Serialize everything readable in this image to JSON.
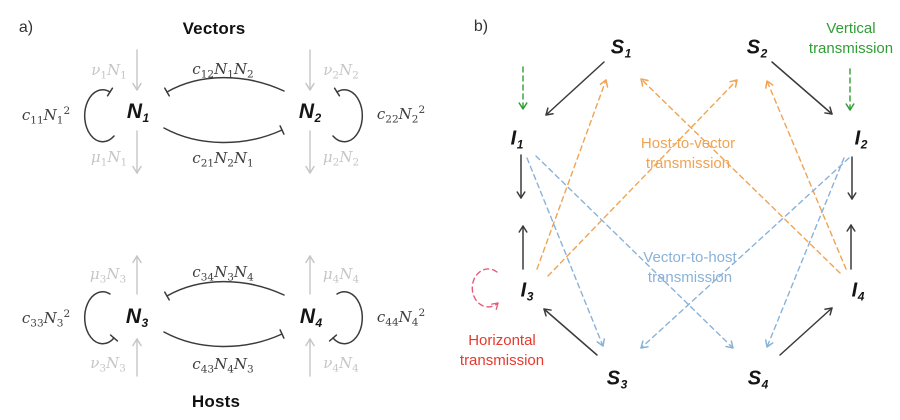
{
  "colors": {
    "green": "#2f9e34",
    "orange": "#f0a353",
    "blue": "#8ab2d8",
    "red": "#e6392e",
    "pink": "#e7587a",
    "gray": "#c6c6c6",
    "ink": "#3b3b3b"
  },
  "panelA": {
    "label": "a)",
    "vectorsTitle": "Vectors",
    "hostsTitle": "Hosts",
    "nodes": {
      "n1": {
        "base": "N",
        "sub": "1"
      },
      "n2": {
        "base": "N",
        "sub": "2"
      },
      "n3": {
        "base": "N",
        "sub": "3"
      },
      "n4": {
        "base": "N",
        "sub": "4"
      }
    },
    "math": {
      "c11": [
        [
          "c",
          ""
        ],
        [
          "11",
          "sub"
        ],
        [
          "N",
          ""
        ],
        [
          "1",
          "sub"
        ],
        [
          "2",
          "sup"
        ]
      ],
      "c22": [
        [
          "c",
          ""
        ],
        [
          "22",
          "sub"
        ],
        [
          "N",
          ""
        ],
        [
          "2",
          "sub"
        ],
        [
          "2",
          "sup"
        ]
      ],
      "c33": [
        [
          "c",
          ""
        ],
        [
          "33",
          "sub"
        ],
        [
          "N",
          ""
        ],
        [
          "3",
          "sub"
        ],
        [
          "2",
          "sup"
        ]
      ],
      "c44": [
        [
          "c",
          ""
        ],
        [
          "44",
          "sub"
        ],
        [
          "N",
          ""
        ],
        [
          "4",
          "sub"
        ],
        [
          "2",
          "sup"
        ]
      ],
      "c12": [
        [
          "c",
          ""
        ],
        [
          "12",
          "sub"
        ],
        [
          "N",
          ""
        ],
        [
          "1",
          "sub"
        ],
        [
          "N",
          ""
        ],
        [
          "2",
          "sub"
        ]
      ],
      "c21": [
        [
          "c",
          ""
        ],
        [
          "21",
          "sub"
        ],
        [
          "N",
          ""
        ],
        [
          "2",
          "sub"
        ],
        [
          "N",
          ""
        ],
        [
          "1",
          "sub"
        ]
      ],
      "c34": [
        [
          "c",
          ""
        ],
        [
          "34",
          "sub"
        ],
        [
          "N",
          ""
        ],
        [
          "3",
          "sub"
        ],
        [
          "N",
          ""
        ],
        [
          "4",
          "sub"
        ]
      ],
      "c43": [
        [
          "c",
          ""
        ],
        [
          "43",
          "sub"
        ],
        [
          "N",
          ""
        ],
        [
          "4",
          "sub"
        ],
        [
          "N",
          ""
        ],
        [
          "3",
          "sub"
        ]
      ],
      "nu1": [
        [
          "ν",
          ""
        ],
        [
          "1",
          "sub"
        ],
        [
          "N",
          ""
        ],
        [
          "1",
          "sub"
        ]
      ],
      "mu1": [
        [
          "μ",
          ""
        ],
        [
          "1",
          "sub"
        ],
        [
          "N",
          ""
        ],
        [
          "1",
          "sub"
        ]
      ],
      "nu2": [
        [
          "ν",
          ""
        ],
        [
          "2",
          "sub"
        ],
        [
          "N",
          ""
        ],
        [
          "2",
          "sub"
        ]
      ],
      "mu2": [
        [
          "μ",
          ""
        ],
        [
          "2",
          "sub"
        ],
        [
          "N",
          ""
        ],
        [
          "2",
          "sub"
        ]
      ],
      "nu3": [
        [
          "ν",
          ""
        ],
        [
          "3",
          "sub"
        ],
        [
          "N",
          ""
        ],
        [
          "3",
          "sub"
        ]
      ],
      "mu3": [
        [
          "μ",
          ""
        ],
        [
          "3",
          "sub"
        ],
        [
          "N",
          ""
        ],
        [
          "3",
          "sub"
        ]
      ],
      "nu4": [
        [
          "ν",
          ""
        ],
        [
          "4",
          "sub"
        ],
        [
          "N",
          ""
        ],
        [
          "4",
          "sub"
        ]
      ],
      "mu4": [
        [
          "μ",
          ""
        ],
        [
          "4",
          "sub"
        ],
        [
          "N",
          ""
        ],
        [
          "4",
          "sub"
        ]
      ]
    }
  },
  "panelB": {
    "label": "b)",
    "nodes": {
      "s1": {
        "base": "S",
        "sub": "1"
      },
      "s2": {
        "base": "S",
        "sub": "2"
      },
      "s3": {
        "base": "S",
        "sub": "3"
      },
      "s4": {
        "base": "S",
        "sub": "4"
      },
      "i1": {
        "base": "I",
        "sub": "1"
      },
      "i2": {
        "base": "I",
        "sub": "2"
      },
      "i3": {
        "base": "I",
        "sub": "3"
      },
      "i4": {
        "base": "I",
        "sub": "4"
      }
    },
    "annotations": {
      "vertical": {
        "line1": "Vertical",
        "line2": "transmission"
      },
      "hostToVector": {
        "line1": "Host-to-vector",
        "line2": "transmission"
      },
      "vectorToHost": {
        "line1": "Vector-to-host",
        "line2": "transmission"
      },
      "horizontal": {
        "line1": "Horizontal",
        "line2": "transmission"
      }
    }
  }
}
